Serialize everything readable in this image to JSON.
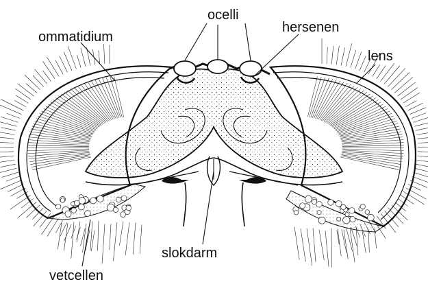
{
  "labels": {
    "ommatidium": "ommatidium",
    "ocelli": "ocelli",
    "hersenen": "hersenen",
    "lens": "lens",
    "slokdarm": "slokdarm",
    "vetcellen": "vetcellen"
  },
  "colors": {
    "ink": "#111111",
    "paper": "#ffffff"
  }
}
